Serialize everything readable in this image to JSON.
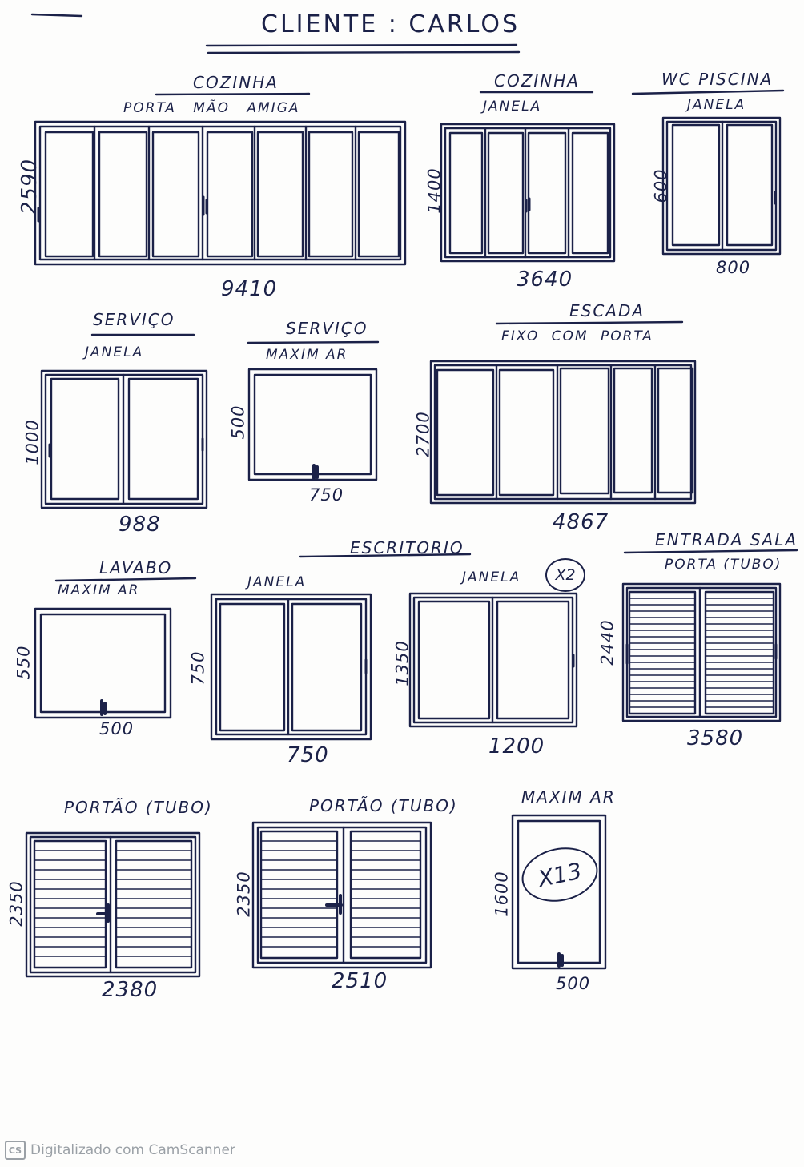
{
  "title": "CLIENTE : CARLOS",
  "items": [
    {
      "group": "COZINHA",
      "type": "PORTA MÃO AMIGA",
      "height": "2590",
      "width": "9410"
    },
    {
      "group": "COZINHA",
      "type": "JANELA",
      "height": "1400",
      "width": "3640"
    },
    {
      "group": "WC PISCINA",
      "type": "JANELA",
      "height": "600",
      "width": "800"
    },
    {
      "group": "SERVIÇO",
      "type": "JANELA",
      "height": "1000",
      "width": "988"
    },
    {
      "group": "SERVIÇO",
      "type": "MAXIM AR",
      "height": "500",
      "width": "750"
    },
    {
      "group": "ESCADA",
      "type": "FIXO COM PORTA",
      "height": "2700",
      "width": "4867"
    },
    {
      "group": "LAVABO",
      "type": "MAXIM AR",
      "height": "550",
      "width": "500"
    },
    {
      "group": "ESCRITORIO",
      "type": "JANELA",
      "height": "750",
      "width": "750"
    },
    {
      "group": "ESCRITORIO",
      "type": "JANELA",
      "qty": "X2",
      "height": "1350",
      "width": "1200"
    },
    {
      "group": "ENTRADA SALA",
      "type": "PORTA (TUBO)",
      "height": "2440",
      "width": "3580"
    },
    {
      "group": "",
      "type": "PORTÃO (TUBO)",
      "height": "2350",
      "width": "2380"
    },
    {
      "group": "",
      "type": "PORTÃO (TUBO)",
      "height": "2350",
      "width": "2510"
    },
    {
      "group": "",
      "type": "MAXIM AR",
      "qty": "X13",
      "height": "1600",
      "width": "500"
    }
  ],
  "footer": {
    "logo": "CS",
    "text": "Digitalizado com CamScanner"
  },
  "colors": {
    "ink": "#1b2148",
    "paper": "#fdfdfc",
    "watermark": "#9aa0a6"
  }
}
